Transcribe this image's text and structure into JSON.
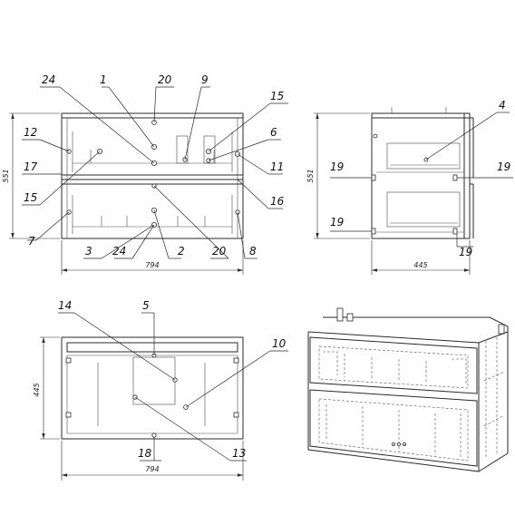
{
  "front_view": {
    "width_dim": "794",
    "height_dim": "551",
    "callouts": {
      "c24": "24",
      "c1": "1",
      "c20_top": "20",
      "c9": "9",
      "c15_right": "15",
      "c12": "12",
      "c6": "6",
      "c17": "17",
      "c11": "11",
      "c15_left": "15",
      "c16": "16",
      "c7": "7",
      "c3": "3",
      "c24_bottom": "24",
      "c2": "2",
      "c20_bottom": "20",
      "c8": "8"
    }
  },
  "side_view": {
    "height_dim": "551",
    "depth_dim": "445",
    "callouts": {
      "c4": "4",
      "c19_a": "19",
      "c19_b": "19",
      "c19_c": "19",
      "c19_d": "19"
    }
  },
  "top_view": {
    "width_dim": "794",
    "depth_dim": "445",
    "callouts": {
      "c14": "14",
      "c5": "5",
      "c10": "10",
      "c18": "18",
      "c13": "13"
    }
  }
}
